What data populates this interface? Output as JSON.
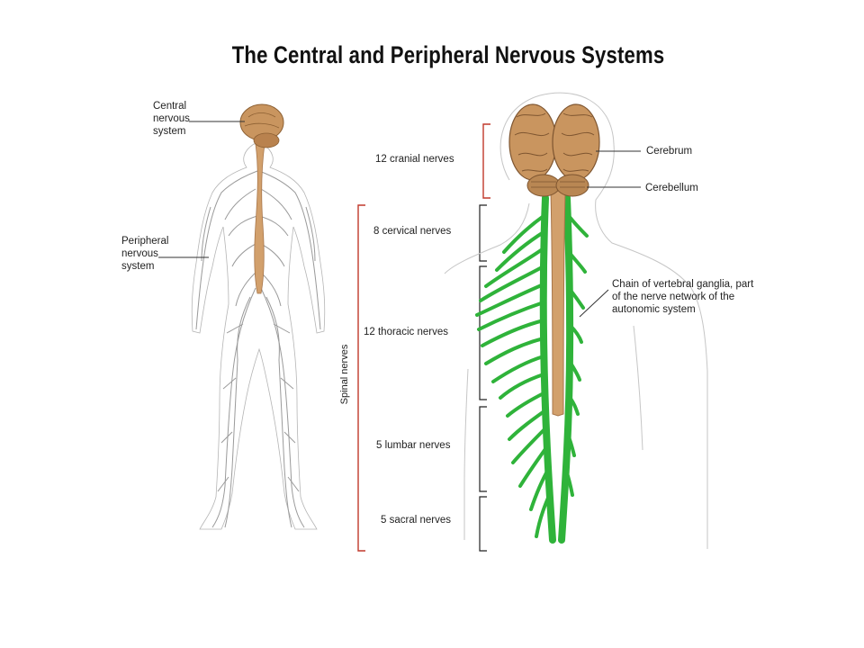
{
  "title": "The Central and Peripheral Nervous Systems",
  "left_figure": {
    "cns_label": "Central\nnervous\nsystem",
    "pns_label": "Peripheral\nnervous\nsystem"
  },
  "spinal_group_label": "Spinal nerves",
  "nerve_groups": [
    "12 cranial nerves",
    "8 cervical nerves",
    "12 thoracic nerves",
    "5 lumbar nerves",
    "5 sacral nerves"
  ],
  "right_figure": {
    "cerebrum_label": "Cerebrum",
    "cerebellum_label": "Cerebellum",
    "ganglia_label": "Chain of vertebral ganglia, part\nof the nerve network of the\nautonomic system"
  },
  "colors": {
    "brain": "#c9955f",
    "spinal_cord": "#d2a06c",
    "nerves_green": "#2fb33a",
    "nerves_gray": "#9a9a9a",
    "bracket_red": "#c0392b",
    "bracket_black": "#222222"
  }
}
